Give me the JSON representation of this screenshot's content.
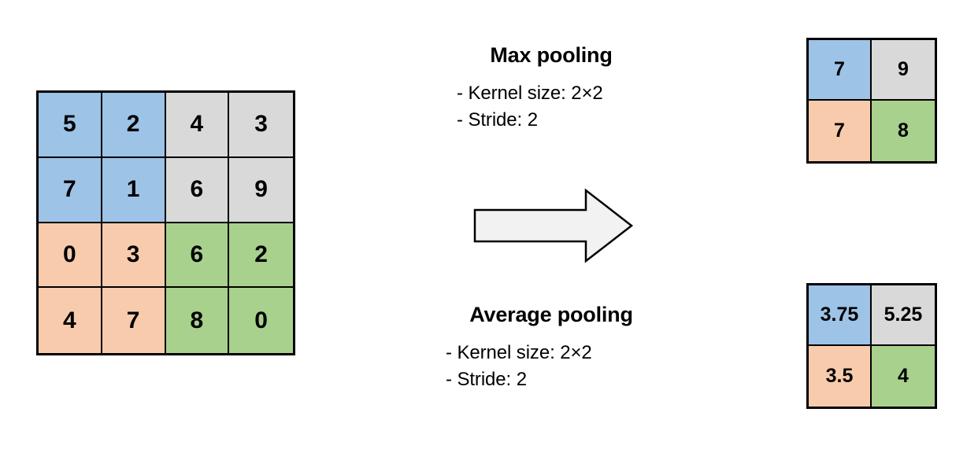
{
  "colors": {
    "blue": "#9DC3E6",
    "gray": "#D9D9D9",
    "orange": "#F8CBAD",
    "green": "#A9D18E",
    "border": "#000000",
    "arrow_fill": "#F2F2F2",
    "arrow_stroke": "#000000",
    "background": "#FFFFFF"
  },
  "input_matrix": {
    "rows": 4,
    "cols": 4,
    "cells": [
      [
        {
          "value": "5",
          "color": "#9DC3E6"
        },
        {
          "value": "2",
          "color": "#9DC3E6"
        },
        {
          "value": "4",
          "color": "#D9D9D9"
        },
        {
          "value": "3",
          "color": "#D9D9D9"
        }
      ],
      [
        {
          "value": "7",
          "color": "#9DC3E6"
        },
        {
          "value": "1",
          "color": "#9DC3E6"
        },
        {
          "value": "6",
          "color": "#D9D9D9"
        },
        {
          "value": "9",
          "color": "#D9D9D9"
        }
      ],
      [
        {
          "value": "0",
          "color": "#F8CBAD"
        },
        {
          "value": "3",
          "color": "#F8CBAD"
        },
        {
          "value": "6",
          "color": "#A9D18E"
        },
        {
          "value": "2",
          "color": "#A9D18E"
        }
      ],
      [
        {
          "value": "4",
          "color": "#F8CBAD"
        },
        {
          "value": "7",
          "color": "#F8CBAD"
        },
        {
          "value": "8",
          "color": "#A9D18E"
        },
        {
          "value": "0",
          "color": "#A9D18E"
        }
      ]
    ]
  },
  "max_pooling": {
    "title": "Max pooling",
    "specs": [
      "- Kernel size: 2×2",
      "- Stride: 2"
    ],
    "output": {
      "rows": 2,
      "cols": 2,
      "cells": [
        [
          {
            "value": "7",
            "color": "#9DC3E6"
          },
          {
            "value": "9",
            "color": "#D9D9D9"
          }
        ],
        [
          {
            "value": "7",
            "color": "#F8CBAD"
          },
          {
            "value": "8",
            "color": "#A9D18E"
          }
        ]
      ]
    }
  },
  "average_pooling": {
    "title": "Average pooling",
    "specs": [
      "- Kernel size: 2×2",
      "- Stride: 2"
    ],
    "output": {
      "rows": 2,
      "cols": 2,
      "cells": [
        [
          {
            "value": "3.75",
            "color": "#9DC3E6"
          },
          {
            "value": "5.25",
            "color": "#D9D9D9"
          }
        ],
        [
          {
            "value": "3.5",
            "color": "#F8CBAD"
          },
          {
            "value": "4",
            "color": "#A9D18E"
          }
        ]
      ]
    }
  },
  "arrow": {
    "icon": "right-block-arrow-icon",
    "direction": "right"
  }
}
